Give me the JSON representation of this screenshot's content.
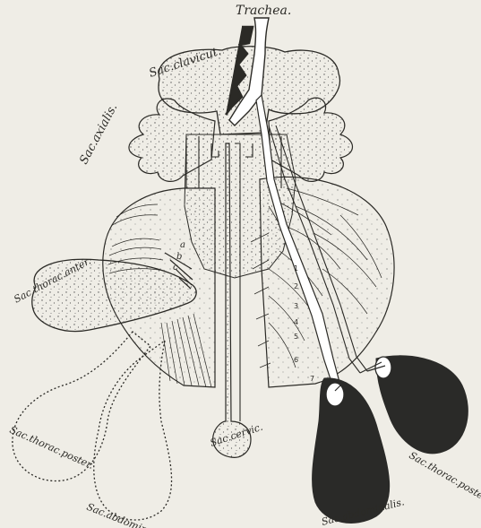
{
  "figure": {
    "labels": {
      "trachea": "Trachea.",
      "sac_clavicul": "Sac.clavicut.",
      "sac_axialis": "Sac.axialis.",
      "sac_thorac_anter": "Sac.thorac.anter.",
      "sac_thorac_poster_left": "Sac.thorac.poster.",
      "sac_abdominalis_left": "Sac.abdominalis.",
      "sac_cervic": "Sac.cervic.",
      "sac_abdominalis_right": "Sac.abdominalis.",
      "sac_thorac_poster_right": "Sac.thorac.poster."
    },
    "letters": {
      "a": "a",
      "b": "b",
      "c": "c"
    },
    "bronchi_numbers": [
      "1",
      "2",
      "3",
      "4",
      "5",
      "6",
      "7"
    ]
  }
}
